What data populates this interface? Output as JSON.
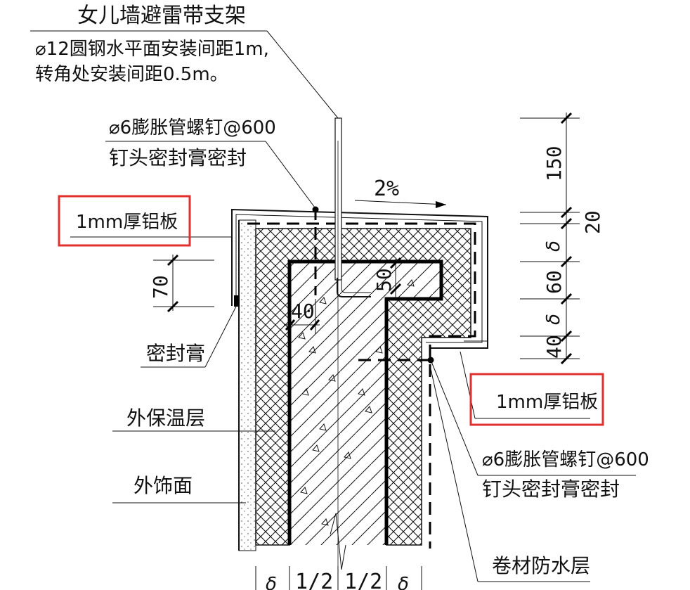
{
  "labels": {
    "bracket_title": "女儿墙避雷带支架",
    "bracket_line1": "⌀12圆钢水平面安装间距1m,",
    "bracket_line2": "转角处安装间距0.5m。",
    "screw_top_line1": "⌀6膨胀管螺钉@600",
    "screw_top_line2": "钉头密封膏密封",
    "slope": "2%",
    "alu_left": "1mm厚铝板",
    "alu_right": "1mm厚铝板",
    "sealant": "密封膏",
    "insulation": "外保温层",
    "finish": "外饰面",
    "screw_right_line1": "⌀6膨胀管螺钉@600",
    "screw_right_line2": "钉头密封膏密封",
    "waterproof": "卷材防水层"
  },
  "dimensions": {
    "d150": "150",
    "d20": "20",
    "d_delta1": "δ",
    "d60": "60",
    "d_delta2": "δ",
    "d40_right": "40",
    "d70": "70",
    "d40_left": "40",
    "d50": "50",
    "bottom_delta_left": "δ",
    "bottom_half_left": "1/2",
    "bottom_half_right": "1/2",
    "bottom_delta_right": "δ"
  },
  "colors": {
    "highlight": "#e0312f",
    "ink": "#111111"
  }
}
